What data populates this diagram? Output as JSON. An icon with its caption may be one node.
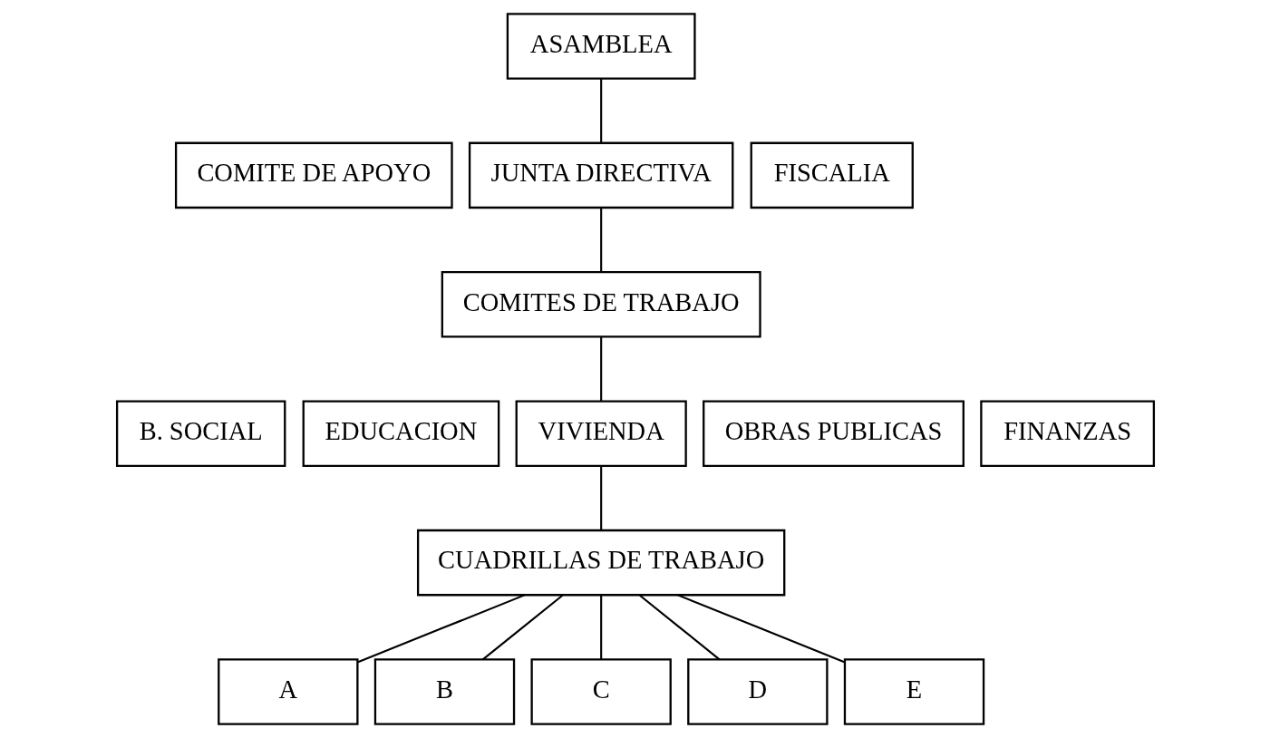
{
  "diagram": {
    "nodes": [
      {
        "text": [
          "ASAMBLEA"
        ]
      },
      {
        "text": [
          "COMITE DE APOYO"
        ]
      },
      {
        "text": [
          "JUNTA DIRECTIVA"
        ]
      },
      {
        "text": [
          "FISCALIA"
        ]
      },
      {
        "text": [
          "COMITES DE TRABAJO"
        ]
      },
      {
        "text": [
          "B. SOCIAL"
        ]
      },
      {
        "text": [
          "EDUCACION"
        ]
      },
      {
        "text": [
          "VIVIENDA"
        ]
      },
      {
        "text": [
          "OBRAS PUBLICAS"
        ]
      },
      {
        "text": [
          "FINANZAS"
        ]
      },
      {
        "text": [
          "CUADRILLAS DE TRABAJO"
        ]
      },
      {
        "text": [
          "A"
        ]
      },
      {
        "text": [
          "B"
        ]
      },
      {
        "text": [
          "C"
        ]
      },
      {
        "text": [
          "D"
        ]
      },
      {
        "text": [
          "E"
        ]
      }
    ],
    "edges": [
      {
        "from": 0,
        "to": 2,
        "arrow": "none"
      },
      {
        "from": 2,
        "to": 4,
        "arrow": "none"
      },
      {
        "from": 4,
        "to": 7,
        "arrow": "none"
      },
      {
        "from": 7,
        "to": 10,
        "arrow": "none"
      },
      {
        "from": 10,
        "to": 11,
        "arrow": "none"
      },
      {
        "from": 10,
        "to": 12,
        "arrow": "none"
      },
      {
        "from": 10,
        "to": 13,
        "arrow": "none"
      },
      {
        "from": 10,
        "to": 14,
        "arrow": "none"
      },
      {
        "from": 10,
        "to": 15,
        "arrow": "none"
      }
    ]
  }
}
